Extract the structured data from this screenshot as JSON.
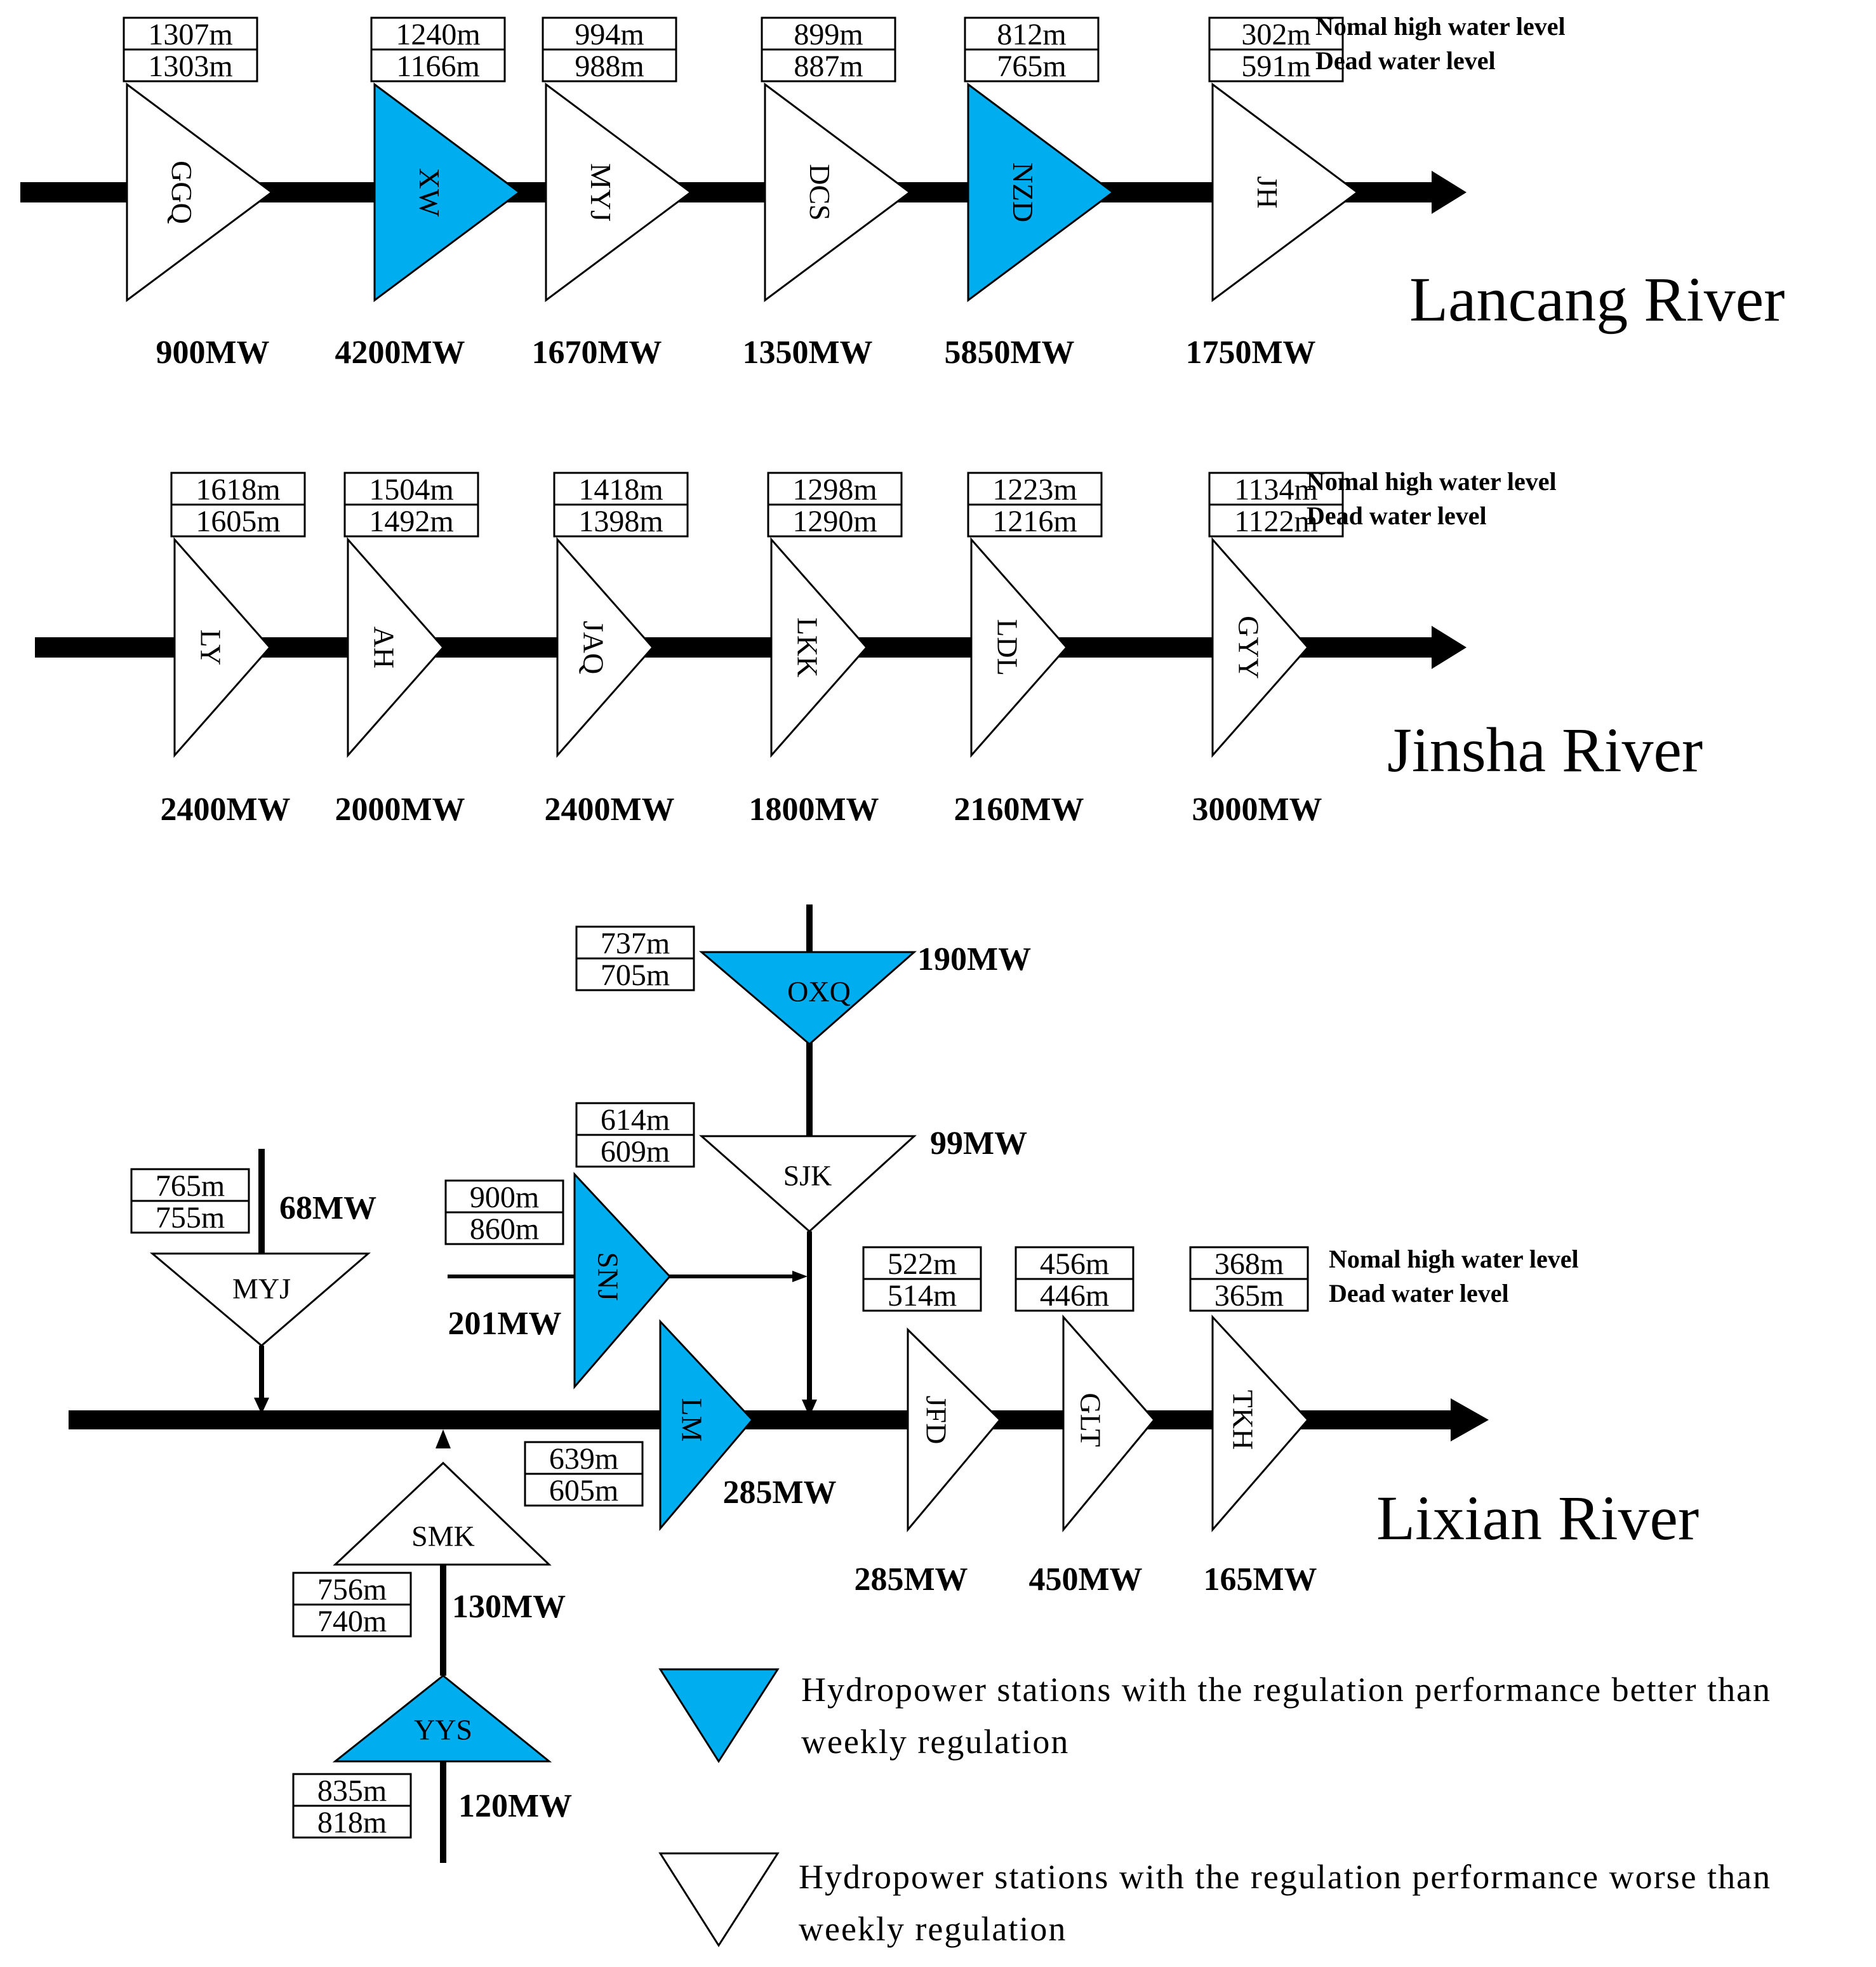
{
  "colors": {
    "regulated": "#00AEEF",
    "unregulated": "#ffffff",
    "line": "#000000"
  },
  "key_labels": {
    "normal": "Nomal high water level",
    "dead": "Dead water level"
  },
  "rivers": [
    {
      "name": "Lancang River",
      "stations": [
        {
          "code": "GGQ",
          "power": "900MW",
          "normal": "1307m",
          "dead": "1303m",
          "regulated": false
        },
        {
          "code": "XW",
          "power": "4200MW",
          "normal": "1240m",
          "dead": "1166m",
          "regulated": true
        },
        {
          "code": "MYJ",
          "power": "1670MW",
          "normal": "994m",
          "dead": "988m",
          "regulated": false
        },
        {
          "code": "DCS",
          "power": "1350MW",
          "normal": "899m",
          "dead": "887m",
          "regulated": false
        },
        {
          "code": "NZD",
          "power": "5850MW",
          "normal": "812m",
          "dead": "765m",
          "regulated": true
        },
        {
          "code": "JH",
          "power": "1750MW",
          "normal": "302m",
          "dead": "591m",
          "regulated": false
        }
      ]
    },
    {
      "name": "Jinsha River",
      "stations": [
        {
          "code": "LY",
          "power": "2400MW",
          "normal": "1618m",
          "dead": "1605m",
          "regulated": false
        },
        {
          "code": "AH",
          "power": "2000MW",
          "normal": "1504m",
          "dead": "1492m",
          "regulated": false
        },
        {
          "code": "JAQ",
          "power": "2400MW",
          "normal": "1418m",
          "dead": "1398m",
          "regulated": false
        },
        {
          "code": "LKK",
          "power": "1800MW",
          "normal": "1298m",
          "dead": "1290m",
          "regulated": false
        },
        {
          "code": "LDL",
          "power": "2160MW",
          "normal": "1223m",
          "dead": "1216m",
          "regulated": false
        },
        {
          "code": "GYY",
          "power": "3000MW",
          "normal": "1134m",
          "dead": "1122m",
          "regulated": false
        }
      ]
    },
    {
      "name": "Lixian River",
      "stations": [
        {
          "code": "OXQ",
          "power": "190MW",
          "normal": "737m",
          "dead": "705m",
          "regulated": true
        },
        {
          "code": "SJK",
          "power": "99MW",
          "normal": "614m",
          "dead": "609m",
          "regulated": false
        },
        {
          "code": "MYJ",
          "power": "68MW",
          "normal": "765m",
          "dead": "755m",
          "regulated": false
        },
        {
          "code": "SNJ",
          "power": "201MW",
          "normal": "900m",
          "dead": "860m",
          "regulated": true
        },
        {
          "code": "LM",
          "power": "285MW",
          "normal": "639m",
          "dead": "605m",
          "regulated": true
        },
        {
          "code": "JFD",
          "power": "285MW",
          "normal": "522m",
          "dead": "514m",
          "regulated": false
        },
        {
          "code": "GLT",
          "power": "450MW",
          "normal": "456m",
          "dead": "446m",
          "regulated": false
        },
        {
          "code": "TKH",
          "power": "165MW",
          "normal": "368m",
          "dead": "365m",
          "regulated": false
        },
        {
          "code": "SMK",
          "power": "130MW",
          "normal": "756m",
          "dead": "740m",
          "regulated": false
        },
        {
          "code": "YYS",
          "power": "120MW",
          "normal": "835m",
          "dead": "818m",
          "regulated": true
        }
      ]
    }
  ],
  "legend": {
    "regulated_line1": "Hydropower stations with the regulation performance better than",
    "regulated_line2": "weekly regulation",
    "unregulated_line1": "Hydropower stations with the regulation performance worse than",
    "unregulated_line2": "weekly regulation"
  }
}
